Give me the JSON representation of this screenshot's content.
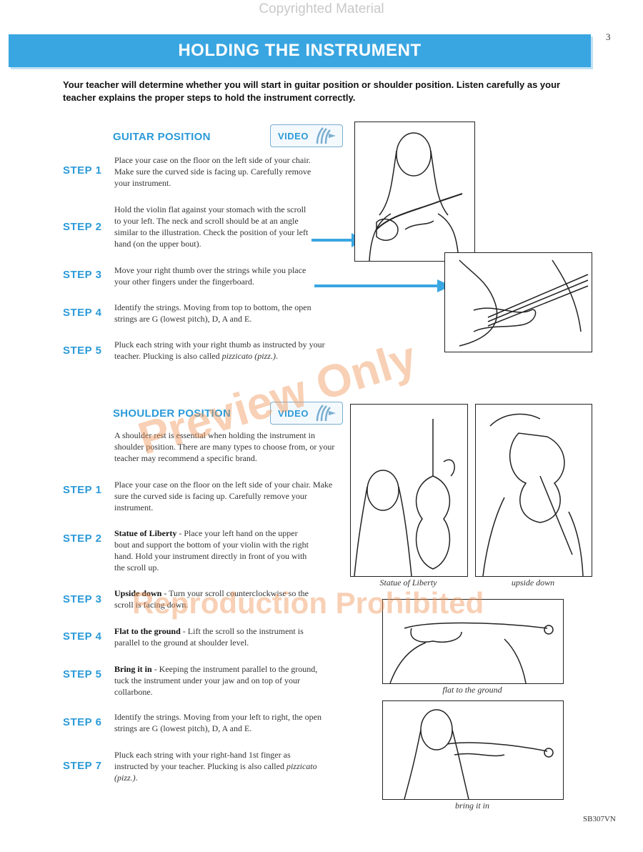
{
  "copyright": "Copyrighted Material",
  "page_number": "3",
  "title": "HOLDING THE INSTRUMENT",
  "intro": "Your teacher will determine whether you will start in guitar position or shoulder position. Listen carefully as your teacher explains the proper steps to hold the instrument correctly.",
  "guitar": {
    "title": "GUITAR POSITION",
    "video_label": "VIDEO",
    "steps": [
      {
        "label": "STEP 1",
        "text": "Place your case on the floor on the left side of your chair. Make sure the curved side is facing up. Carefully remove your instrument."
      },
      {
        "label": "STEP 2",
        "text": "Hold the violin flat against your stomach with the scroll to your left. The neck and scroll should be at an angle similar to the illustration. Check the position of your left hand (on the upper bout)."
      },
      {
        "label": "STEP 3",
        "text": "Move your right thumb over the strings while you place your other fingers under the fingerboard."
      },
      {
        "label": "STEP 4",
        "text": "Identify the strings. Moving from top to bottom, the open strings are G (lowest pitch), D, A and E."
      },
      {
        "label": "STEP 5",
        "pre": "Pluck each string with your right thumb as instructed by your teacher. Plucking is also called ",
        "em": "pizzicato (pizz.)",
        "post": "."
      }
    ]
  },
  "shoulder": {
    "title": "SHOULDER POSITION",
    "video_label": "VIDEO",
    "intro": "A shoulder rest is essential when holding the instrument in shoulder position. There are many types to choose from, or your teacher may recommend a specific brand.",
    "steps": [
      {
        "label": "STEP 1",
        "text": "Place your case on the floor on the left side of your chair. Make sure the curved side is facing up. Carefully remove your instrument."
      },
      {
        "label": "STEP 2",
        "bold": "Statue of Liberty",
        "text": " - Place your left hand on the upper bout and support the bottom of your violin with the right hand. Hold your instrument directly in front of you with the scroll up."
      },
      {
        "label": "STEP 3",
        "bold": "Upside down",
        "text": " - Turn your scroll counterclockwise so the scroll is facing down."
      },
      {
        "label": "STEP 4",
        "bold": "Flat to the ground",
        "text": " - Lift the scroll so the instrument is parallel to the ground at shoulder level."
      },
      {
        "label": "STEP 5",
        "bold": "Bring it in",
        "text": " - Keeping the instrument parallel to the ground, tuck the instrument under your jaw and on top of your collarbone."
      },
      {
        "label": "STEP 6",
        "text": "Identify the strings. Moving from your left to right, the open strings are G (lowest pitch), D, A and E."
      },
      {
        "label": "STEP 7",
        "pre": "Pluck each string with your right-hand 1st finger as instructed by your teacher. Plucking is also called ",
        "em": "pizzicato (pizz.)",
        "post": "."
      }
    ],
    "captions": {
      "statue": "Statue of Liberty",
      "upside": "upside down",
      "flat": "flat to the ground",
      "bring": "bring it in"
    }
  },
  "watermarks": {
    "preview": "Preview Only",
    "reproduction": "Reproduction Prohibited"
  },
  "footer_code": "SB307VN",
  "colors": {
    "accent": "#2b9ad8",
    "banner": "#3aa6e1",
    "watermark": "#f0965a"
  },
  "icons": [
    "video-icon",
    "arrow-right-icon"
  ]
}
